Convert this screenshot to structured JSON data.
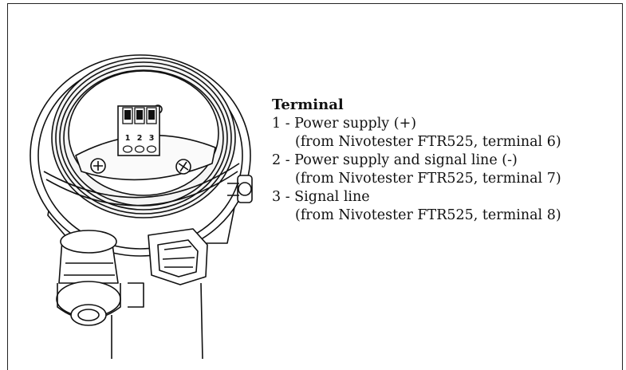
{
  "legend": {
    "title": "Terminal",
    "items": [
      {
        "label": "1 - Power supply (+)",
        "source": "(from Nivotester FTR525, terminal 6)"
      },
      {
        "label": "2 - Power supply and signal line (-)",
        "source": "(from Nivotester FTR525, terminal 7)"
      },
      {
        "label": "3 - Signal line",
        "source": "(from Nivotester FTR525, terminal 8)"
      }
    ]
  },
  "terminal_block": {
    "numbers": [
      "1",
      "2",
      "3"
    ]
  }
}
